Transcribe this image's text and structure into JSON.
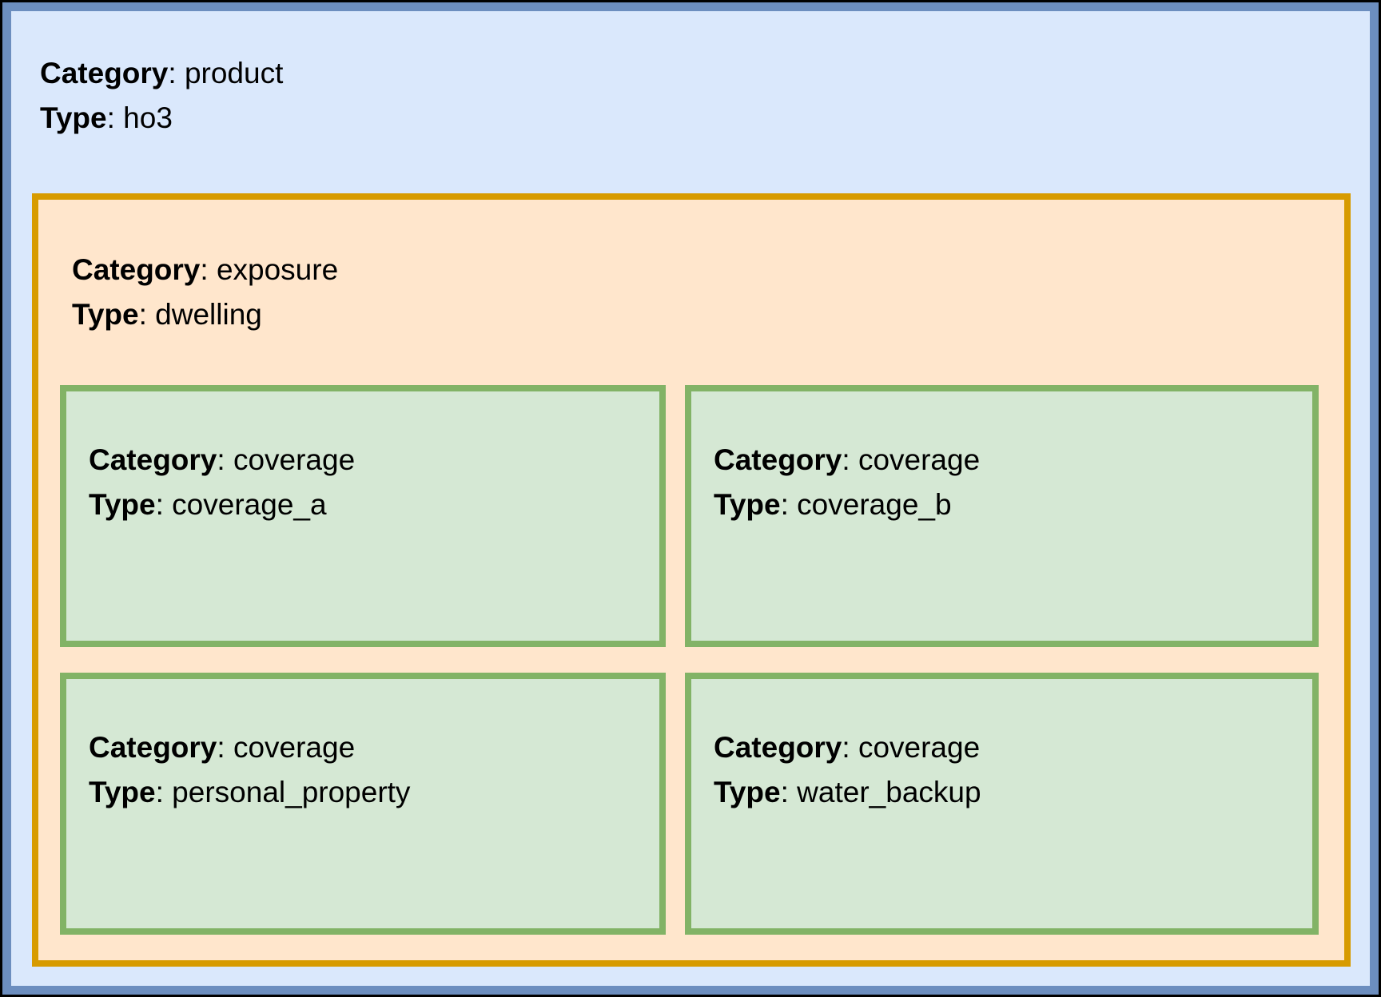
{
  "colors": {
    "outer_frame": "#000000",
    "product_fill": "#DAE8FC",
    "product_stroke": "#6C8EBF",
    "exposure_fill": "#FFE6CC",
    "exposure_stroke": "#D79B00",
    "coverage_fill": "#D5E8D4",
    "coverage_stroke": "#82B366",
    "text": "#000000"
  },
  "nodes": {
    "product": {
      "category_label": "Category",
      "category_rest": ": product",
      "type_label": "Type",
      "type_rest": ": ho3"
    },
    "exposure": {
      "category_label": "Category",
      "category_rest": ": exposure",
      "type_label": "Type",
      "type_rest": ": dwelling"
    },
    "coverage_a": {
      "category_label": "Category",
      "category_rest": ": coverage",
      "type_label": "Type",
      "type_rest": ": coverage_a"
    },
    "coverage_b": {
      "category_label": "Category",
      "category_rest": ": coverage",
      "type_label": "Type",
      "type_rest": ": coverage_b"
    },
    "personal_property": {
      "category_label": "Category",
      "category_rest": ": coverage",
      "type_label": "Type",
      "type_rest": ": personal_property"
    },
    "water_backup": {
      "category_label": "Category",
      "category_rest": ": coverage",
      "type_label": "Type",
      "type_rest": ": water_backup"
    }
  }
}
